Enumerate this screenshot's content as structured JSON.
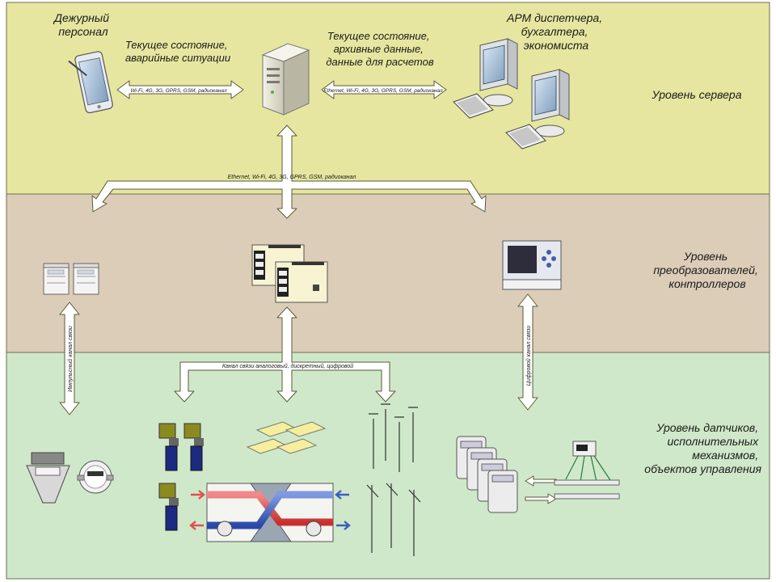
{
  "levels": {
    "server": [
      "Уровень сервера"
    ],
    "controllers": [
      "Уровень",
      "преобразователей,",
      "контроллеров"
    ],
    "sensors": [
      "Уровень датчиков,",
      "исполнительных",
      "механизмов,",
      "объектов управления"
    ]
  },
  "nodes": {
    "duty_staff": [
      "Дежурный",
      "персонал"
    ],
    "workstations": [
      "АРМ диспетчера,",
      "бухгалтера,",
      "экономиста"
    ]
  },
  "links": {
    "staff_state": [
      "Текущее состояние,",
      "аварийные ситуации"
    ],
    "staff_channel": "Wi-Fi, 4G, 3G, GPRS, GSM, радиоканал",
    "arm_data": [
      "Текущее состояние,",
      "архивные данные,",
      "данные для расчетов"
    ],
    "arm_channel": "Ethernet, Wi-Fi, 4G, 3G, GPRS, GSM, радиоканал",
    "server_bus": "Ethernet, Wi-Fi, 4G, 3G, GPRS, GSM, радиоканал",
    "pulse_channel": "Импульсный канал связи",
    "field_channel": "Канал связи аналоговый, дискретный, цифровой",
    "digital_channel": "Цифровой канал связи"
  },
  "colors": {
    "server_band": "#e6e6a0",
    "controller_band": "#dccdb8",
    "sensor_band": "#cfe8c9",
    "arrow_fill": "#ffffff",
    "arrow_stroke": "#5a5a3a",
    "hot_pipe": "#e05050",
    "cold_pipe": "#3a5fc0",
    "valve_body": "#1c2a80",
    "valve_actuator": "#8a8a20"
  },
  "icons": [
    "tablet-icon",
    "server-icon",
    "desktop-pc-icon",
    "din-module-icon",
    "plc-controller-icon",
    "heat-calculator-icon",
    "gas-meter-icon",
    "water-meter-icon",
    "valve-actuator-icon",
    "panel-sensor-icon",
    "temperature-probe-icon",
    "air-handling-unit-icon",
    "electricity-meter-icon",
    "ultrasonic-flowmeter-icon"
  ]
}
